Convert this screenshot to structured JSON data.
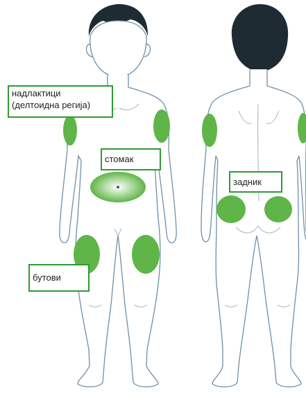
{
  "colors": {
    "accent": "#5fb548",
    "label_border": "#2e9a35",
    "outline": "#6f8fa8",
    "hair": "#1f2b33"
  },
  "labels": {
    "upper_arms_line1": "надлактици",
    "upper_arms_line2": "(делтоидна регија)",
    "stomach": "стомак",
    "thighs": "бутови",
    "buttocks": "задник"
  }
}
